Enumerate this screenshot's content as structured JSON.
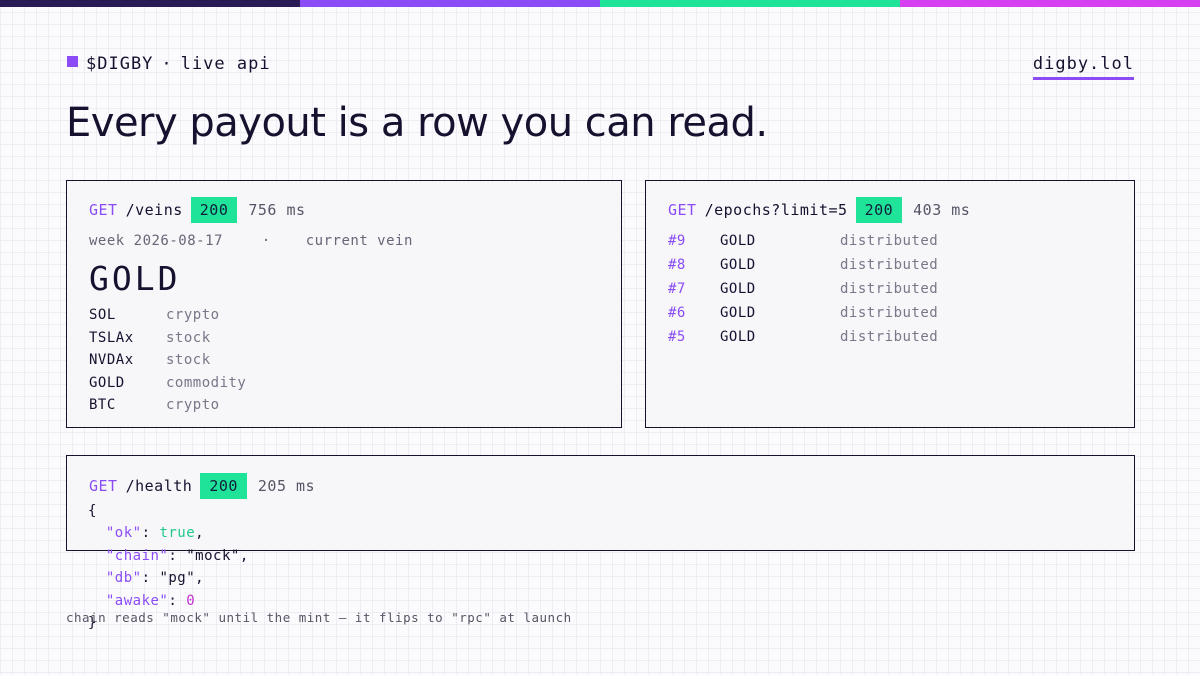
{
  "topbar": {
    "colors": [
      "#2a1a55",
      "#8b4cf6",
      "#20e39a",
      "#d640f0"
    ]
  },
  "brand": {
    "ticker": "$DIGBY",
    "separator": "·",
    "subtitle": "live api"
  },
  "site": {
    "label": "digby.lol"
  },
  "headline": "Every payout is a row you can read.",
  "veins": {
    "method": "GET",
    "path": "/veins",
    "status": "200",
    "latency": "756 ms",
    "week": "week 2026-08-17",
    "week_sep": "·",
    "current_label": "current vein",
    "current_vein": "GOLD",
    "assets": [
      {
        "symbol": "SOL",
        "category": "crypto"
      },
      {
        "symbol": "TSLAx",
        "category": "stock"
      },
      {
        "symbol": "NVDAx",
        "category": "stock"
      },
      {
        "symbol": "GOLD",
        "category": "commodity"
      },
      {
        "symbol": "BTC",
        "category": "crypto"
      }
    ]
  },
  "epochs": {
    "method": "GET",
    "path": "/epochs?limit=5",
    "status": "200",
    "latency": "403 ms",
    "rows": [
      {
        "num": "#9",
        "vein": "GOLD",
        "status": "distributed"
      },
      {
        "num": "#8",
        "vein": "GOLD",
        "status": "distributed"
      },
      {
        "num": "#7",
        "vein": "GOLD",
        "status": "distributed"
      },
      {
        "num": "#6",
        "vein": "GOLD",
        "status": "distributed"
      },
      {
        "num": "#5",
        "vein": "GOLD",
        "status": "distributed"
      }
    ]
  },
  "health": {
    "method": "GET",
    "path": "/health",
    "status": "200",
    "latency": "205 ms",
    "json": {
      "open": "{",
      "close": "}",
      "ok_key": "\"ok\"",
      "ok_val": "true",
      "chain_key": "\"chain\"",
      "chain_val": "\"mock\"",
      "db_key": "\"db\"",
      "db_val": "\"pg\"",
      "awake_key": "\"awake\"",
      "awake_val": "0"
    }
  },
  "footnote": "chain reads \"mock\" until the mint — it flips to \"rpc\" at launch",
  "colors": {
    "accent": "#8b4cf6",
    "status_ok": "#20e39a",
    "ink": "#16112e"
  }
}
